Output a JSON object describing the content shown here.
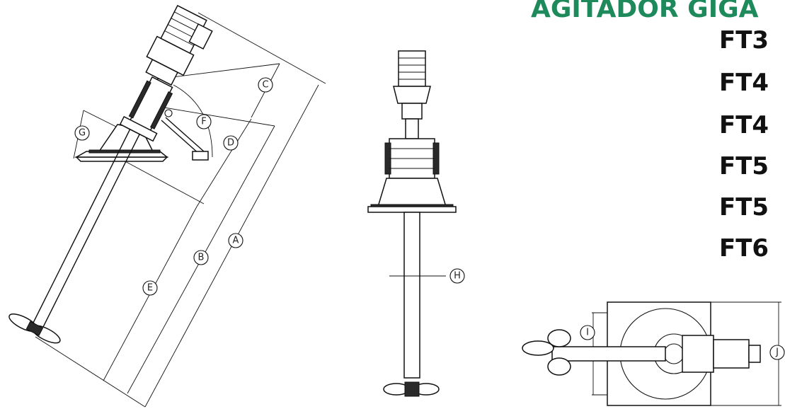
{
  "title": "AGITADOR GIGA",
  "models": [
    "FT3",
    "FT4",
    "FT4",
    "FT5",
    "FT5",
    "FT6"
  ],
  "dimension_labels": {
    "A": "A",
    "B": "B",
    "C": "C",
    "D": "D",
    "E": "E",
    "F": "F",
    "G": "G",
    "H": "H",
    "I": "I",
    "J": "J"
  }
}
